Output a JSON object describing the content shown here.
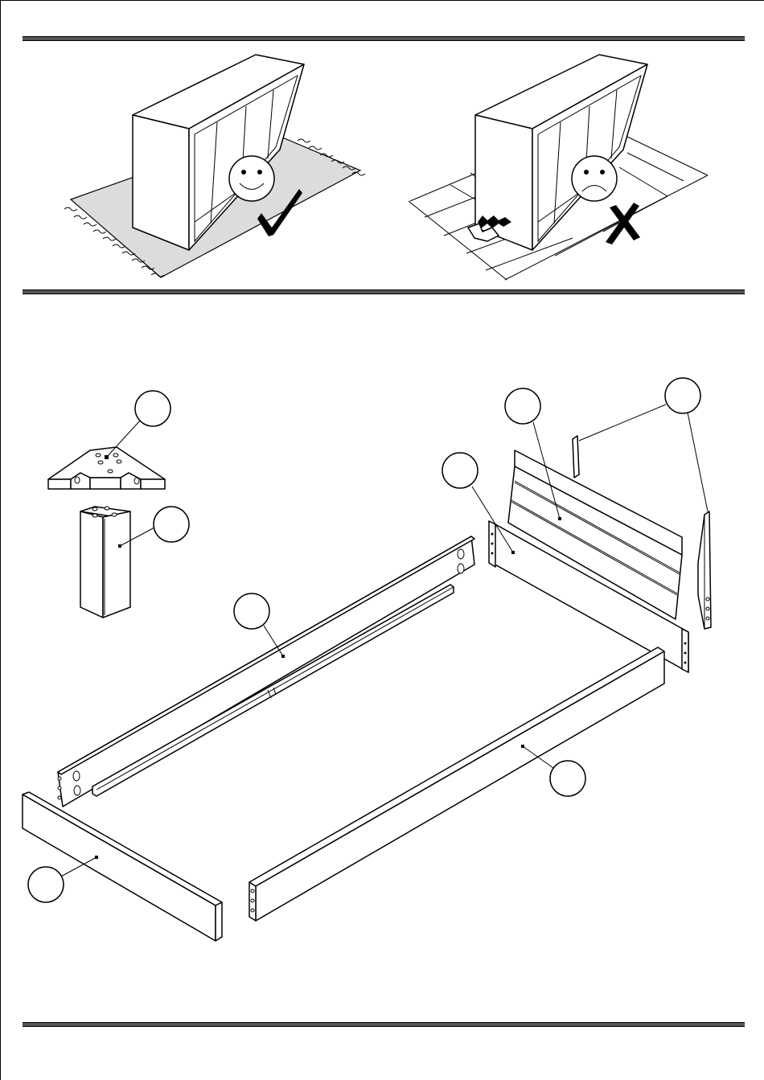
{
  "page": {
    "title": "",
    "colors": {
      "rule": "#555555",
      "mat": "#dcdcdc",
      "ink": "#000000"
    }
  },
  "panel_top": {
    "correct_example": {
      "icon": "smiley-face-icon",
      "mark": "check-mark-icon"
    },
    "incorrect_example": {
      "icon": "sad-face-icon",
      "mark": "cross-mark-icon"
    }
  },
  "panel_parts": {
    "callouts": [
      {
        "id": "callout-corner-bracket",
        "label": ""
      },
      {
        "id": "callout-leg",
        "label": ""
      },
      {
        "id": "callout-side-rail-left",
        "label": ""
      },
      {
        "id": "callout-headboard-panel",
        "label": ""
      },
      {
        "id": "callout-head-rail",
        "label": ""
      },
      {
        "id": "callout-headboard-posts",
        "label": ""
      },
      {
        "id": "callout-side-rail-right",
        "label": ""
      },
      {
        "id": "callout-foot-rail",
        "label": ""
      }
    ]
  }
}
